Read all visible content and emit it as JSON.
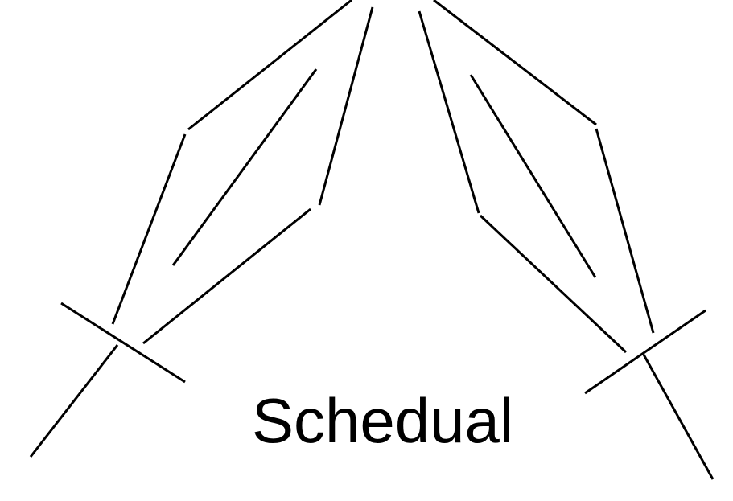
{
  "caption": {
    "text": "Schedual"
  },
  "colors": {
    "line": "#000000",
    "background": "#ffffff",
    "text": "#000000"
  },
  "figures": [
    {
      "name": "left-sword-drawing"
    },
    {
      "name": "right-sword-drawing"
    }
  ]
}
